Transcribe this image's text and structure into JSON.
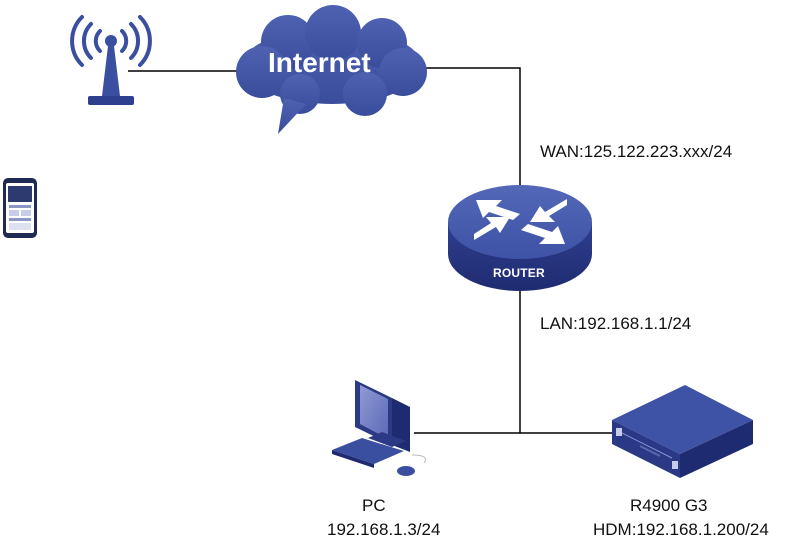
{
  "nodes": {
    "internet": {
      "label": "Internet"
    },
    "router": {
      "label": "ROUTER"
    },
    "pc": {
      "name": "PC",
      "ip": "192.168.1.3/24"
    },
    "server": {
      "name": "R4900 G3",
      "ip": "HDM:192.168.1.200/24"
    }
  },
  "links": {
    "wan": {
      "label": "WAN:125.122.223.xxx/24"
    },
    "lan": {
      "label": "LAN:192.168.1.1/24"
    }
  },
  "icons": [
    "wireless-antenna-icon",
    "smartphone-icon",
    "cloud-icon",
    "router-icon",
    "desktop-pc-icon",
    "rack-server-icon"
  ],
  "colors": {
    "device_blue": "#3a4fa0",
    "device_dark": "#22307a",
    "line": "#000000"
  }
}
